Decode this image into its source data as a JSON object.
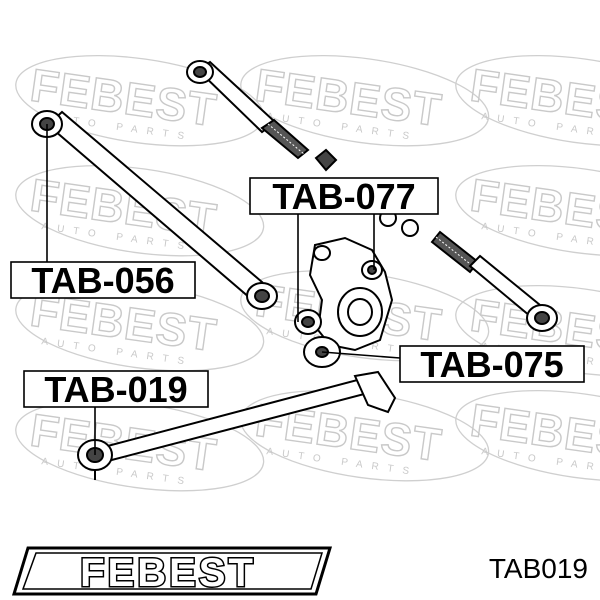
{
  "watermark": {
    "brand": "FEBEST",
    "subtext": "AUTO PARTS"
  },
  "labels": {
    "tab077": "TAB-077",
    "tab056": "TAB-056",
    "tab075": "TAB-075",
    "tab019": "TAB-019"
  },
  "footer": {
    "brand": "FEBEST",
    "part_number": "TAB019"
  }
}
